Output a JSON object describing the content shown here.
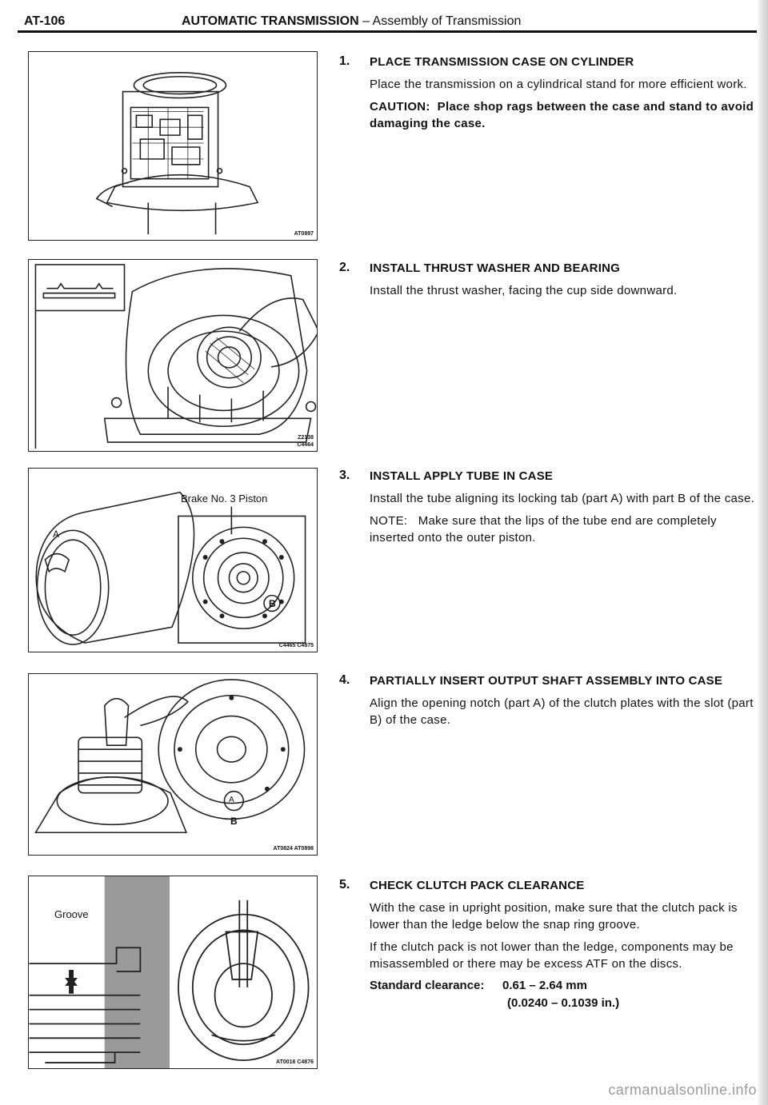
{
  "header": {
    "page_number": "AT-106",
    "section": "AUTOMATIC TRANSMISSION",
    "subsection": "– Assembly of Transmission"
  },
  "figures": [
    {
      "codes": [
        "AT0897"
      ],
      "labels": []
    },
    {
      "codes": [
        "Z2138",
        "C4464"
      ],
      "labels": []
    },
    {
      "codes": [
        "C4465 C4875"
      ],
      "labels": [
        "Brake No. 3 Piston",
        "A",
        "B"
      ]
    },
    {
      "codes": [
        "AT0824 AT0898"
      ],
      "labels": [
        "A",
        "B"
      ]
    },
    {
      "codes": [
        "AT0016 C4876"
      ],
      "labels": [
        "Groove"
      ]
    }
  ],
  "steps": [
    {
      "number": "1.",
      "title": "PLACE TRANSMISSION CASE ON CYLINDER",
      "body": "Place the transmission on a cylindrical stand for more efficient work.",
      "caution_label": "CAUTION:",
      "caution": "Place shop rags between the case and stand to avoid damaging the case."
    },
    {
      "number": "2.",
      "title": "INSTALL THRUST WASHER AND BEARING",
      "body": "Install the thrust washer, facing the cup side downward."
    },
    {
      "number": "3.",
      "title": "INSTALL APPLY TUBE IN CASE",
      "body": "Install the tube aligning its locking tab (part A) with part B of the case.",
      "note": "NOTE:   Make sure that the lips of the tube end are completely inserted onto the outer piston."
    },
    {
      "number": "4.",
      "title": "PARTIALLY INSERT OUTPUT SHAFT ASSEMBLY INTO CASE",
      "body": "Align the opening notch (part A) of the clutch plates with the slot (part B) of the case."
    },
    {
      "number": "5.",
      "title": "CHECK CLUTCH PACK CLEARANCE",
      "body": "With the case in upright position, make sure that the clutch pack is lower than the ledge below the snap ring groove.",
      "body2": "If the clutch pack is not lower than the ledge, components may be misassembled or there may be excess ATF on the discs.",
      "spec_label": "Standard clearance:",
      "spec_mm": "0.61 – 2.64 mm",
      "spec_in": "(0.0240 – 0.1039 in.)"
    }
  ],
  "watermark": "carmanualsonline.info"
}
